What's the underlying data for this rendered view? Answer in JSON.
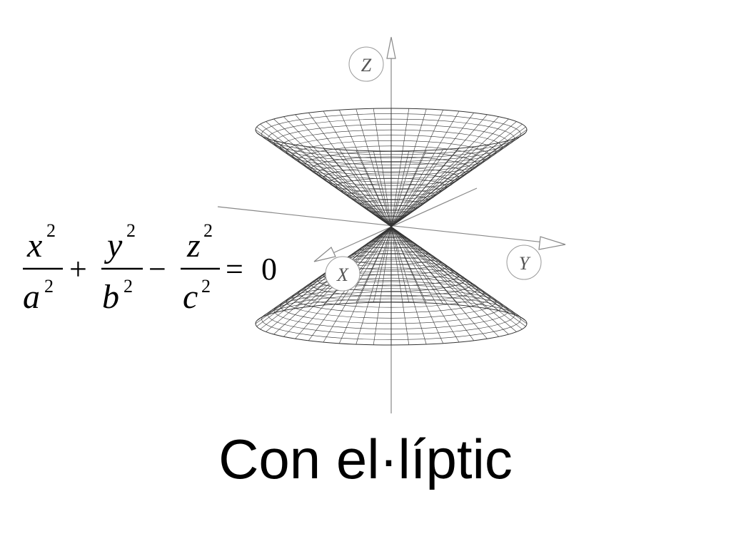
{
  "title": "Con el·líptic",
  "axes": {
    "z_label": "Z",
    "y_label": "Y",
    "x_label": "X"
  },
  "equation": {
    "terms": [
      {
        "num": "x",
        "num_exp": "2",
        "den": "a",
        "den_exp": "2"
      },
      {
        "num": "y",
        "num_exp": "2",
        "den": "b",
        "den_exp": "2"
      },
      {
        "num": "z",
        "num_exp": "2",
        "den": "c",
        "den_exp": "2"
      }
    ],
    "operators": [
      "+",
      "−",
      "="
    ],
    "rhs": "0"
  }
}
